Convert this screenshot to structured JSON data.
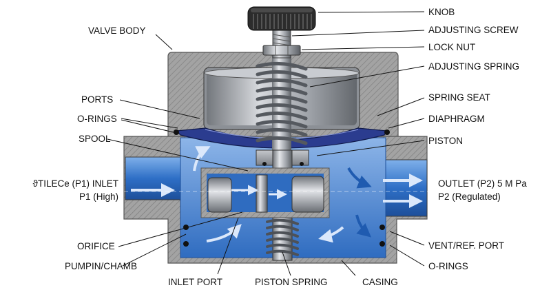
{
  "labels": {
    "knob": "KNOB",
    "valve_body": "VALVE BODY",
    "adjusting_screw": "ADJUSTING SCREW",
    "lock_nut": "LOCK NUT",
    "adjusting_spring": "ADJUSTING SPRING",
    "ports": "PORTS",
    "spring_seat": "SPRING SEAT",
    "o_rings_left": "O-RINGS",
    "diaphragm": "DIAPHRAGM",
    "spool": "SPOOL",
    "piston": "PISTON",
    "inlet_line1": "ϑTILECe (P1) INLET",
    "inlet_line2": "P1 (High)",
    "outlet_line1": "OUTLET (P2) 5 M Pa",
    "outlet_line2": "P2 (Regulated)",
    "orifice": "ORIFICE",
    "vent_ref_port": "VENT/REF. PORT",
    "pumpin_chamb": "PUMPIN/CHAMB",
    "o_rings_right": "O-RINGS",
    "inlet_port": "INLET PORT",
    "piston_spring": "PISTON SPRING",
    "casing": "CASING"
  },
  "colors": {
    "body_gray": "#9a9a9a",
    "fluid_blue": "#2f6fc4",
    "fluid_light": "#8fb6e6",
    "diaphragm_navy": "#2a3a8a",
    "steel": "#b9bcc2",
    "knob_dark": "#2b2b2b"
  }
}
